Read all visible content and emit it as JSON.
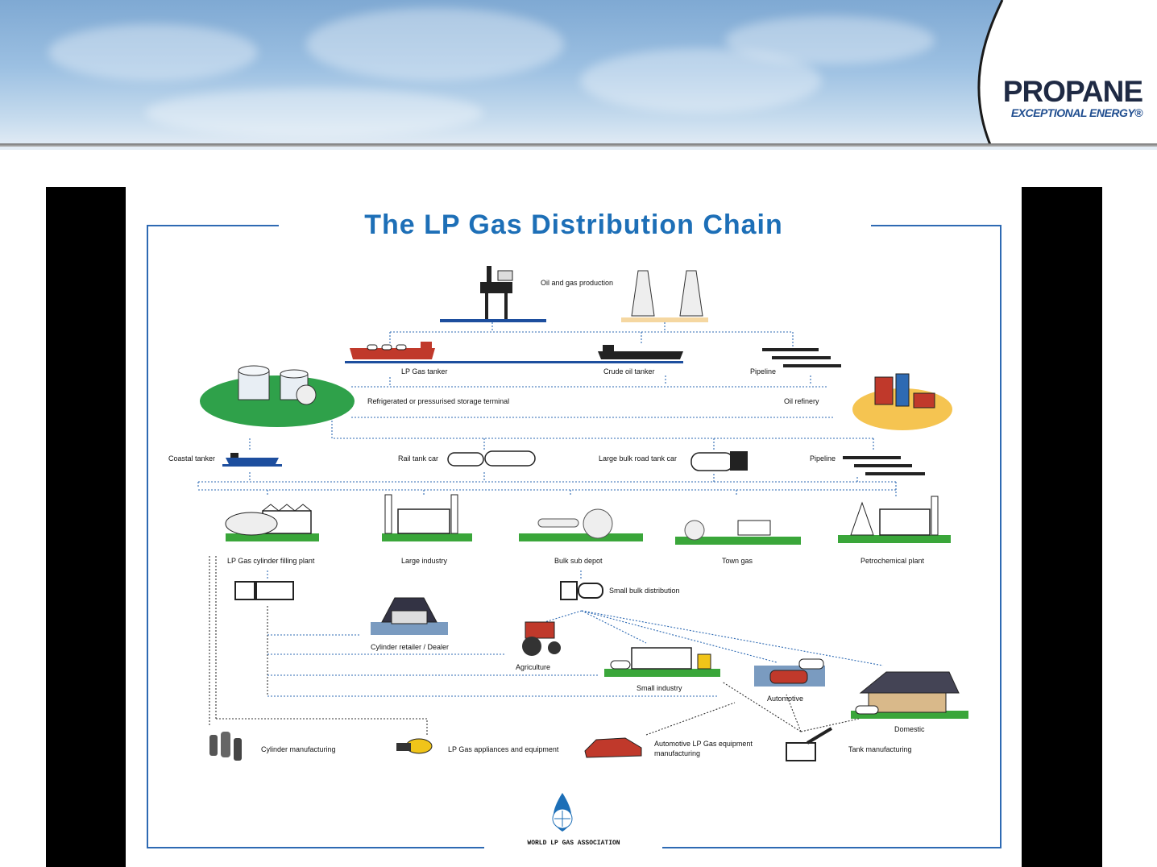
{
  "logo": {
    "main": "PROPANE",
    "sub": "EXCEPTIONAL ENERGY®"
  },
  "poster": {
    "title": "The LP Gas Distribution Chain",
    "association": "WORLD LP GAS ASSOCIATION",
    "labels": {
      "oil_gas_production": "Oil and gas production",
      "lp_gas_tanker": "LP Gas tanker",
      "crude_oil_tanker": "Crude oil tanker",
      "pipeline_1": "Pipeline",
      "storage_terminal": "Refrigerated or pressurised storage terminal",
      "oil_refinery": "Oil refinery",
      "coastal_tanker": "Coastal tanker",
      "rail_tank_car": "Rail tank car",
      "road_tank_car": "Large bulk road tank car",
      "pipeline_2": "Pipeline",
      "cylinder_filling_plant": "LP Gas cylinder filling plant",
      "large_industry": "Large industry",
      "bulk_sub_depot": "Bulk sub depot",
      "town_gas": "Town gas",
      "petrochemical_plant": "Petrochemical plant",
      "small_bulk_distribution": "Small bulk distribution",
      "cylinder_retailer": "Cylinder retailer / Dealer",
      "agriculture": "Agriculture",
      "small_industry": "Small industry",
      "automotive": "Automotive",
      "domestic": "Domestic",
      "cylinder_manufacturing": "Cylinder manufacturing",
      "appliances": "LP Gas appliances and equipment",
      "automotive_equipment_1": "Automotive LP Gas equipment",
      "automotive_equipment_2": "manufacturing",
      "tank_manufacturing": "Tank manufacturing"
    }
  },
  "colors": {
    "flow": "#2e6ab3",
    "title": "#1d6fb7",
    "frame": "#2e6ab3",
    "grass": "#3aa63a"
  }
}
